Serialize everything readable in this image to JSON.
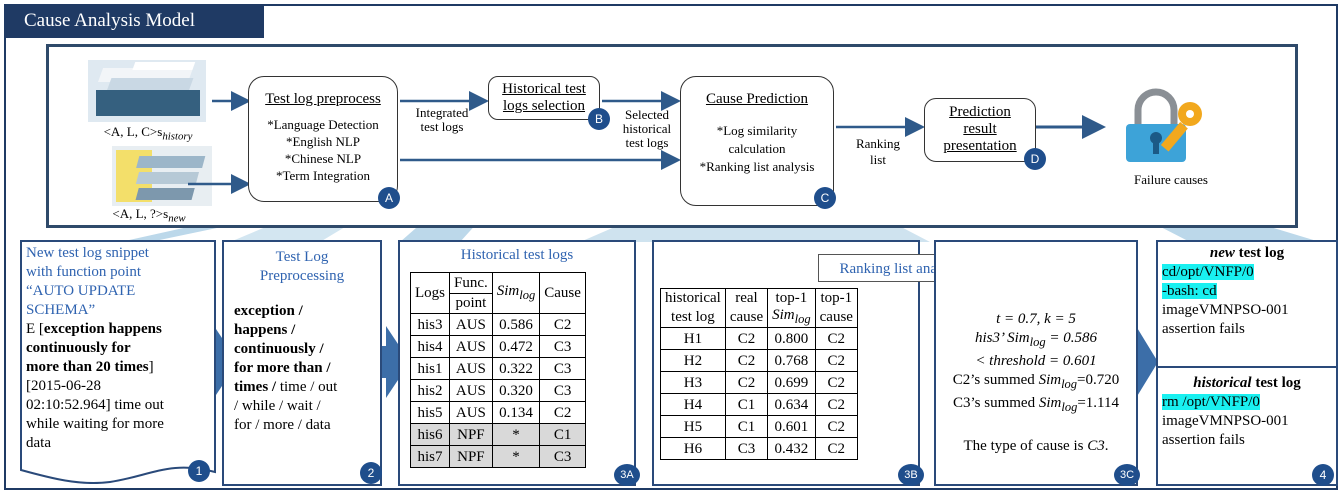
{
  "title": "Cause Analysis Model",
  "colors": {
    "navy": "#1f3a64",
    "badge": "#1f4e8c",
    "highlight": "#19f0f0",
    "arrow": "#3c6ea8"
  },
  "pipeline": {
    "input_history": "<A, L, C>s",
    "input_history_sub": "history",
    "input_new": "<A, L, ?>s",
    "input_new_sub": "new",
    "preprocess": {
      "title": "Test log preprocess",
      "items": [
        "*Language Detection",
        "*English NLP",
        "*Chinese NLP",
        "*Term Integration"
      ],
      "badge": "A"
    },
    "integrated_label_1": "Integrated",
    "integrated_label_2": "test logs",
    "selection": {
      "title_1": "Historical test",
      "title_2": "logs selection",
      "badge": "B"
    },
    "selected_label_1": "Selected",
    "selected_label_2": "historical",
    "selected_label_3": "test logs",
    "prediction": {
      "title": "Cause Prediction",
      "items": [
        "*Log similarity",
        "calculation",
        "*Ranking list analysis"
      ],
      "badge": "C"
    },
    "ranking_label_1": "Ranking",
    "ranking_label_2": "list",
    "presentation": {
      "title_1": "Prediction",
      "title_2": "result",
      "title_3": "presentation",
      "badge": "D"
    },
    "failure_label": "Failure causes",
    "icon": "lock-key-icon"
  },
  "panel1": {
    "lines": [
      "New test log snippet",
      "with function point",
      "“AUTO UPDATE",
      "SCHEMA”"
    ],
    "e_prefix": "E [",
    "bold_lines": [
      "exception happens",
      "continuously for",
      "more than 20 times"
    ],
    "bracket_close": "]",
    "tail_lines": [
      "[2015-06-28",
      "02:10:52.964] time out",
      "while waiting for more",
      "data"
    ],
    "badge": "1"
  },
  "panel2": {
    "title_1": "Test Log",
    "title_2": "Preprocessing",
    "bold_lines": [
      "exception /",
      "happens /",
      "continuously /",
      "for more than /"
    ],
    "mixed_bold": "times /",
    "mixed_rest": " time / out",
    "tail_lines": [
      "/ while / wait /",
      "for / more / data"
    ],
    "badge": "2"
  },
  "panel3a": {
    "title": "Historical test logs",
    "headers": [
      "Logs",
      "Func.",
      "Sim",
      "Cause"
    ],
    "header_func_2": "point",
    "header_sim_sub": "log",
    "rows": [
      [
        "his3",
        "AUS",
        "0.586",
        "C2"
      ],
      [
        "his4",
        "AUS",
        "0.472",
        "C3"
      ],
      [
        "his1",
        "AUS",
        "0.322",
        "C3"
      ],
      [
        "his2",
        "AUS",
        "0.320",
        "C3"
      ],
      [
        "his5",
        "AUS",
        "0.134",
        "C2"
      ],
      [
        "his6",
        "NPF",
        "*",
        "C1"
      ],
      [
        "his7",
        "NPF",
        "*",
        "C3"
      ]
    ],
    "badge": "3A"
  },
  "panel3b": {
    "title": "Ranking list analysis",
    "headers": [
      "historical",
      "real",
      "top-1",
      "top-1"
    ],
    "headers_2": [
      "test log",
      "cause",
      "Sim",
      "cause"
    ],
    "sim_sub": "log",
    "rows": [
      [
        "H1",
        "C2",
        "0.800",
        "C2"
      ],
      [
        "H2",
        "C2",
        "0.768",
        "C2"
      ],
      [
        "H3",
        "C2",
        "0.699",
        "C2"
      ],
      [
        "H4",
        "C1",
        "0.634",
        "C2"
      ],
      [
        "H5",
        "C1",
        "0.601",
        "C2"
      ],
      [
        "H6",
        "C3",
        "0.432",
        "C2"
      ]
    ],
    "badge": "3B"
  },
  "panel3c": {
    "line1": "t = 0.7, k = 5",
    "line2a": "his3’ Sim",
    "line2sub": "log",
    "line2b": " = 0.586",
    "line3": "< threshold = 0.601",
    "line4a": "C2’s summed ",
    "line4b": "Sim",
    "line4sub": "log",
    "line4c": "=0.720",
    "line5a": "C3’s summed ",
    "line5b": "Sim",
    "line5sub": "log",
    "line5c": "=1.114",
    "line6a": "The type of cause is ",
    "line6b": "C3",
    "line6c": ".",
    "badge": "3C"
  },
  "panel4": {
    "new_title_em": "new",
    "new_title_rest": " test log",
    "new_lines_hl": [
      "cd/opt/VNFP/0",
      "-bash: cd"
    ],
    "new_lines": [
      "imageVMNPSO-001",
      "assertion fails"
    ],
    "hist_title_em": "historical",
    "hist_title_rest": " test log",
    "hist_line_hl": "rm /opt/VNFP/0",
    "hist_lines": [
      "imageVMNPSO-001",
      "assertion fails"
    ],
    "badge": "4"
  }
}
